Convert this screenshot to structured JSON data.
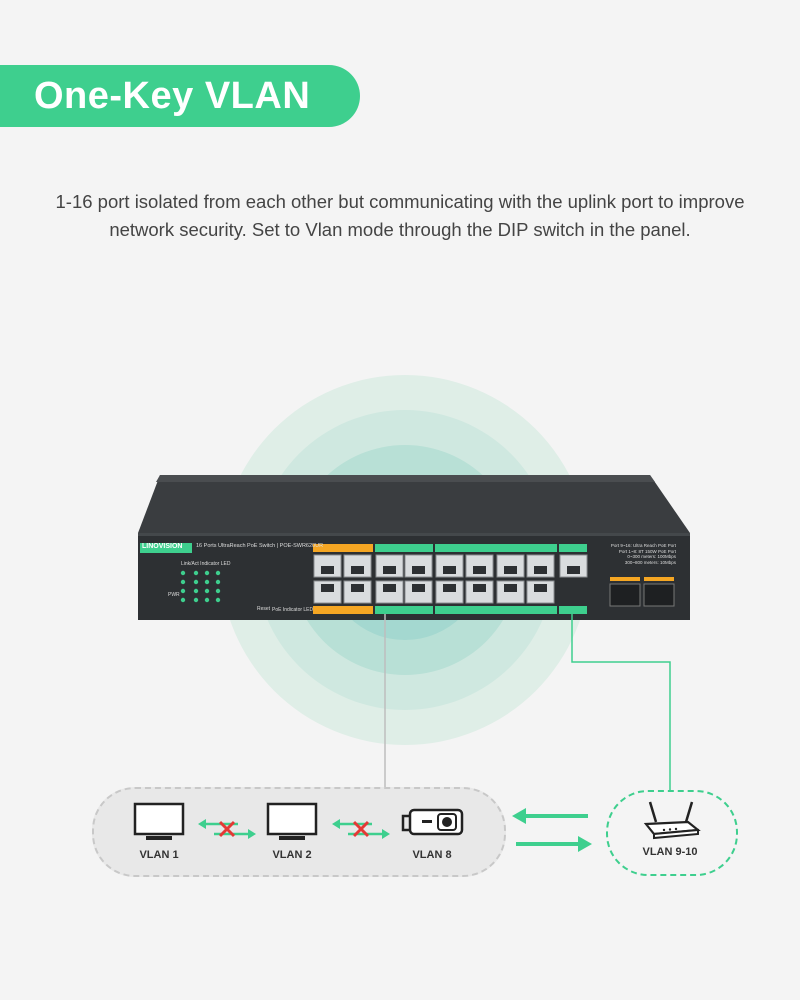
{
  "header": {
    "title": "One-Key VLAN"
  },
  "description": {
    "line1": "1-16 port isolated from each other but communicating with the uplink port to improve",
    "line2": "network security. Set to Vlan mode through the DIP switch in the panel."
  },
  "switch": {
    "brand": "LINOVISION",
    "model_text": "16 Ports UltraReach PoE Switch | POE-SWR620UR",
    "led_title": "Link/Act Indicator LED",
    "port_info": [
      "Port 9~16: Ultra Reach PoE Port",
      "Port 1~8: 8T 150W PoE Port",
      "0~300 meters: 100Mbps",
      "300~800 meters: 10Mbps"
    ],
    "reset_label": "Reset",
    "poe_led_label": "PoE Indicator LED",
    "pwr_label": "PWR"
  },
  "devices": {
    "vlan1": "VLAN 1",
    "vlan2": "VLAN 2",
    "vlan8": "VLAN 8",
    "uplink": "VLAN 9-10"
  },
  "colors": {
    "accent": "#3ecf8e",
    "orange": "#f5a623",
    "block_red": "#e53935"
  }
}
